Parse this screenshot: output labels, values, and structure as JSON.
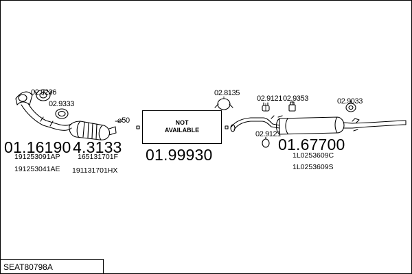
{
  "diagram": {
    "labels": {
      "part_a_number": "01.16190",
      "part_b_number": "4.3133",
      "part_c_number": "01.99930",
      "part_d_number": "01.67700",
      "clamp_1": "02.9236",
      "clamp_2": "02.9333",
      "clamp_3": "02.8135",
      "clamp_4": "02.9121",
      "clamp_5": "02.9353",
      "clamp_6": "02.9121",
      "clamp_7": "02.9033",
      "diameter": "⌀50"
    },
    "references": {
      "a_ref_1": "191253091AP",
      "a_ref_2": "191253041AE",
      "b_ref_1": "165131701F",
      "b_ref_2": "191131701HX",
      "d_ref_1": "1L0253609C",
      "d_ref_2": "1L0253609S"
    },
    "not_available": "NOT\nAVAILABLE",
    "diagram_code": "SEAT80798A"
  }
}
